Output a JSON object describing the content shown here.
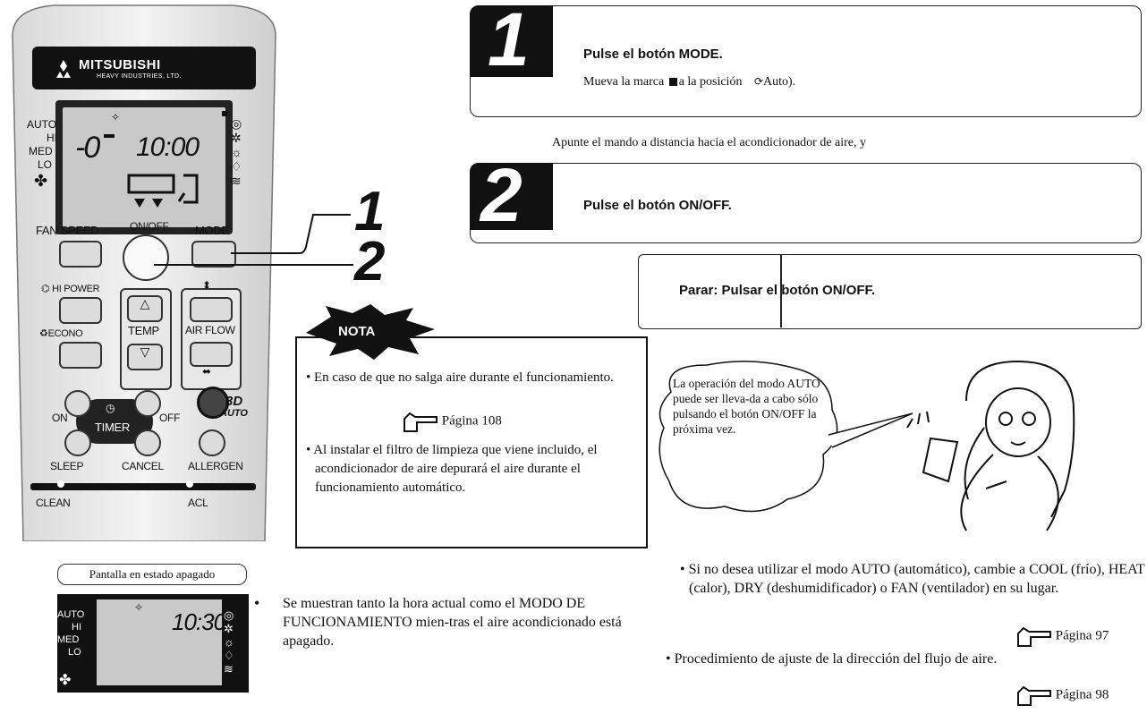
{
  "remote": {
    "brand": "MITSUBISHI",
    "brand_sub": "HEAVY INDUSTRIES, LTD.",
    "display": {
      "modes_left": [
        "AUTO",
        "HI",
        "MED",
        "LO"
      ],
      "temp": "-0",
      "time": "10:00"
    },
    "buttons": {
      "fan_speed": "FAN SPEED",
      "on_off": "ON/OFF",
      "mode": "MODE",
      "hi_power": "HI POWER",
      "econo": "ECONO",
      "temp": "TEMP",
      "air_flow": "AIR FLOW",
      "on": "ON",
      "off": "OFF",
      "timer": "TIMER",
      "sleep": "SLEEP",
      "cancel": "CANCEL",
      "allergen": "ALLERGEN",
      "clean": "CLEAN",
      "acl": "ACL",
      "auto_3d_top": "3D",
      "auto_3d_bottom": "AUTO"
    }
  },
  "callouts": {
    "one": "1",
    "two": "2"
  },
  "step1": {
    "number": "1",
    "title": "Pulse el botón MODE.",
    "text_before": "Mueva la marca",
    "text_middle": "a la posición",
    "text_after": "Auto)."
  },
  "between_steps": "Apunte el mando a distancia hacia el acondicionador de aire, y",
  "step2": {
    "number": "2",
    "title": "Pulse el botón ON/OFF."
  },
  "stop_box": "Parar: Pulsar el botón ON/OFF.",
  "nota": {
    "label": "NOTA",
    "item1": "En caso de que no salga aire durante el funcionamiento.",
    "item1_page": "Página 108",
    "item2": "Al instalar el filtro de limpieza que viene incluido, el acondicionador de aire depurará el aire durante el funcionamiento automático."
  },
  "speech_bubble": "La operación del modo AUTO puede ser lleva-da a cabo sólo pulsando el botón ON/OFF la próxima vez.",
  "right_notes": {
    "item1": "Si no desea utilizar el modo AUTO (automático), cambie a COOL (frío), HEAT (calor), DRY (deshumidificador) o FAN (ventilador) en su lugar.",
    "item1_page": "Página 97",
    "item2": "Procedimiento de ajuste de la dirección del flujo de aire.",
    "item2_page": "Página 98"
  },
  "off_display": {
    "label": "Pantalla en estado apagado",
    "modes_left": [
      "AUTO",
      "HI",
      "MED",
      "LO"
    ],
    "time": "10:30",
    "bullet": "•",
    "description_normal1": "Se muestran tanto la hora actual como el",
    "description_caps": "MODO DE FUNCIONAMIENTO",
    "description_normal2": "mien-tras el aire acondicionado está apagado."
  },
  "colors": {
    "remote_body": "#f0f0f0",
    "lcd": "#c9c9c9",
    "step_number_bg": "#111111"
  }
}
